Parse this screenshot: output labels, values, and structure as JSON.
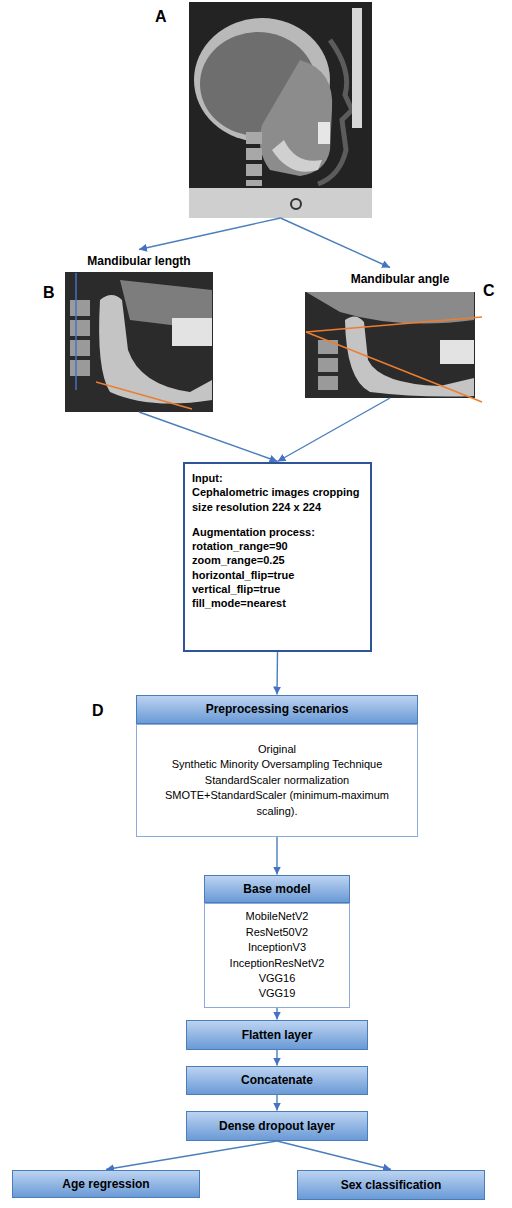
{
  "diagram": {
    "nodes": [
      {
        "text": [
          "A"
        ]
      },
      {
        "text": [
          "B",
          "Mandibular length"
        ]
      },
      {
        "text": [
          "Mandibular angle",
          "C"
        ]
      },
      {
        "text": [
          "Input:",
          "Cephalometric images cropping size resolution 224 x 224",
          "Augmentation process:",
          "rotation_range=90 zoom_range=0.25 horizontal_flip=true vertical_flip=true fill_mode=nearest"
        ]
      },
      {
        "text": [
          "Preprocessing scenarios"
        ]
      },
      {
        "text": [
          "Original",
          "Synthetic Minority Oversampling Technique",
          "StandardScaler normalization",
          "SMOTE+StandardScaler (minimum-maximum scaling)."
        ]
      },
      {
        "text": [
          "Base model"
        ]
      },
      {
        "text": [
          "MobileNetV2",
          "ResNet50V2",
          "InceptionV3",
          "InceptionResNetV2",
          "VGG16",
          "VGG19"
        ]
      },
      {
        "text": [
          "Flatten layer"
        ]
      },
      {
        "text": [
          "Concatenate"
        ]
      },
      {
        "text": [
          "Dense dropout layer"
        ]
      },
      {
        "text": [
          "Age regression"
        ]
      },
      {
        "text": [
          "Sex classification"
        ]
      }
    ],
    "edges": [
      {
        "from": 0,
        "to": 1,
        "arrow": "to"
      },
      {
        "from": 0,
        "to": 2,
        "arrow": "to"
      },
      {
        "from": 1,
        "to": 3,
        "arrow": "to"
      },
      {
        "from": 2,
        "to": 3,
        "arrow": "to"
      },
      {
        "from": 3,
        "to": 4,
        "arrow": "to"
      },
      {
        "from": 5,
        "to": 6,
        "arrow": "to"
      },
      {
        "from": 7,
        "to": 8,
        "arrow": "to"
      },
      {
        "from": 8,
        "to": 9,
        "arrow": "to"
      },
      {
        "from": 9,
        "to": 10,
        "arrow": "to"
      },
      {
        "from": 10,
        "to": 11,
        "arrow": "to"
      },
      {
        "from": 10,
        "to": 12,
        "arrow": "to"
      }
    ],
    "labels": [
      "D"
    ]
  }
}
